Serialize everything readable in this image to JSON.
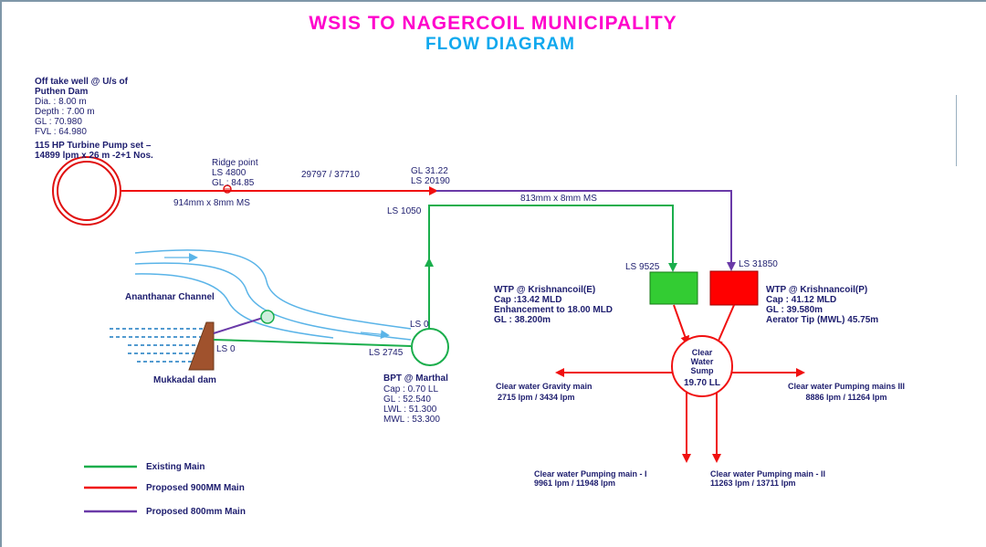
{
  "title": "WSIS TO NAGERCOIL MUNICIPALITY",
  "subtitle": "FLOW DIAGRAM",
  "colors": {
    "existing": "#1aae4c",
    "proposed_900": "#f01010",
    "proposed_800": "#6a3aa8",
    "channel": "#5ab4e8",
    "dam": "#a0522d",
    "title": "#ff00cc",
    "subtitle": "#10a8ee"
  },
  "offtake": {
    "lines": [
      "Off take well @ U/s of",
      "Puthen Dam",
      "Dia.    : 8.00 m",
      "Depth : 7.00 m",
      "GL      : 70.980",
      "FVL    : 64.980"
    ],
    "pump_lines": [
      "115 HP Turbine Pump set –",
      "14899 lpm x 26 m -2+1 Nos."
    ]
  },
  "ridge": {
    "lines": [
      "Ridge point",
      "LS 4800",
      "GL : 84.85"
    ]
  },
  "labels": {
    "flow1": "29797 / 37710",
    "gl_ls": [
      "GL 31.22",
      "LS 20190"
    ],
    "pipe914": "914mm x 8mm MS",
    "pipe813": "813mm x 8mm MS",
    "ls1050": "LS 1050",
    "ls9525": "LS 9525",
    "ls31850": "LS  31850",
    "ls0a": "LS 0",
    "ls0b": "LS 0",
    "ls2745": "LS 2745",
    "channel": "Ananthanar Channel",
    "dam": "Mukkadal dam"
  },
  "bpt": {
    "title": "BPT @ Marthal",
    "lines": [
      "Cap    : 0.70 LL",
      "GL      : 52.540",
      "LWL    : 51.300",
      "MWL  : 53.300"
    ]
  },
  "wtp_e": {
    "lines": [
      "WTP @ Krishnancoil(E)",
      "Cap :13.42 MLD",
      "Enhancement to 18.00 MLD",
      "GL : 38.200m"
    ]
  },
  "wtp_p": {
    "lines": [
      "WTP @ Krishnancoil(P)",
      "Cap : 41.12 MLD",
      "GL : 39.580m",
      "Aerator Tip (MWL) 45.75m"
    ]
  },
  "sump": {
    "lines": [
      "Clear",
      "Water",
      "Sump"
    ],
    "capacity": "19.70 LL"
  },
  "outlets": {
    "gravity": [
      "Clear water  Gravity  main",
      "2715 lpm  / 3434 lpm"
    ],
    "pm3": [
      "Clear water  Pumping mains III",
      "8886 lpm  / 11264 lpm"
    ],
    "pm1": [
      "Clear water  Pumping main - I",
      "9961 lpm  / 11948 lpm"
    ],
    "pm2": [
      "Clear water  Pumping main - II",
      "11263 lpm  / 13711 lpm"
    ]
  },
  "legend": [
    {
      "label": "Existing  Main",
      "color": "#1aae4c"
    },
    {
      "label": "Proposed 900MM  Main",
      "color": "#f01010"
    },
    {
      "label": "Proposed 800mm Main",
      "color": "#6a3aa8"
    }
  ]
}
